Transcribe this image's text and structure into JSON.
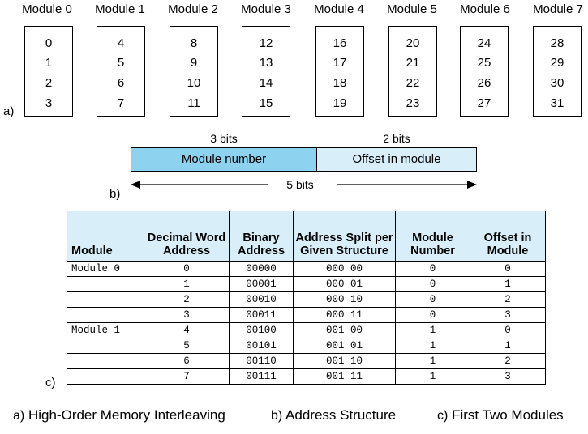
{
  "modules": [
    {
      "title": "Module 0",
      "words": [
        "0",
        "1",
        "2",
        "3"
      ]
    },
    {
      "title": "Module 1",
      "words": [
        "4",
        "5",
        "6",
        "7"
      ]
    },
    {
      "title": "Module 2",
      "words": [
        "8",
        "9",
        "10",
        "11"
      ]
    },
    {
      "title": "Module 3",
      "words": [
        "12",
        "13",
        "14",
        "15"
      ]
    },
    {
      "title": "Module 4",
      "words": [
        "16",
        "17",
        "18",
        "19"
      ]
    },
    {
      "title": "Module 5",
      "words": [
        "20",
        "21",
        "22",
        "23"
      ]
    },
    {
      "title": "Module 6",
      "words": [
        "24",
        "25",
        "26",
        "27"
      ]
    },
    {
      "title": "Module 7",
      "words": [
        "28",
        "29",
        "30",
        "31"
      ]
    }
  ],
  "labels": {
    "a": "a)",
    "b": "b)",
    "c": "c)"
  },
  "address_structure": {
    "module_bits": "3 bits",
    "offset_bits": "2 bits",
    "module_field": "Module number",
    "offset_field": "Offset in module",
    "total_bits": "5 bits"
  },
  "table": {
    "headers": [
      "Module",
      "Decimal Word Address",
      "Binary Address",
      "Address Split per Given Structure",
      "Module Number",
      "Offset in Module"
    ],
    "rows": [
      [
        "Module 0",
        "0",
        "00000",
        "000 00",
        "0",
        "0"
      ],
      [
        "",
        "1",
        "00001",
        "000 01",
        "0",
        "1"
      ],
      [
        "",
        "2",
        "00010",
        "000 10",
        "0",
        "2"
      ],
      [
        "",
        "3",
        "00011",
        "000 11",
        "0",
        "3"
      ],
      [
        "Module 1",
        "4",
        "00100",
        "001 00",
        "1",
        "0"
      ],
      [
        "",
        "5",
        "00101",
        "001 01",
        "1",
        "1"
      ],
      [
        "",
        "6",
        "00110",
        "001 10",
        "1",
        "2"
      ],
      [
        "",
        "7",
        "00111",
        "001 11",
        "1",
        "3"
      ]
    ]
  },
  "captions": [
    {
      "letter": "a)",
      "text": "High-Order Memory Interleaving"
    },
    {
      "letter": "b)",
      "text": "Address Structure"
    },
    {
      "letter": "c)",
      "text": "First Two Modules"
    }
  ]
}
